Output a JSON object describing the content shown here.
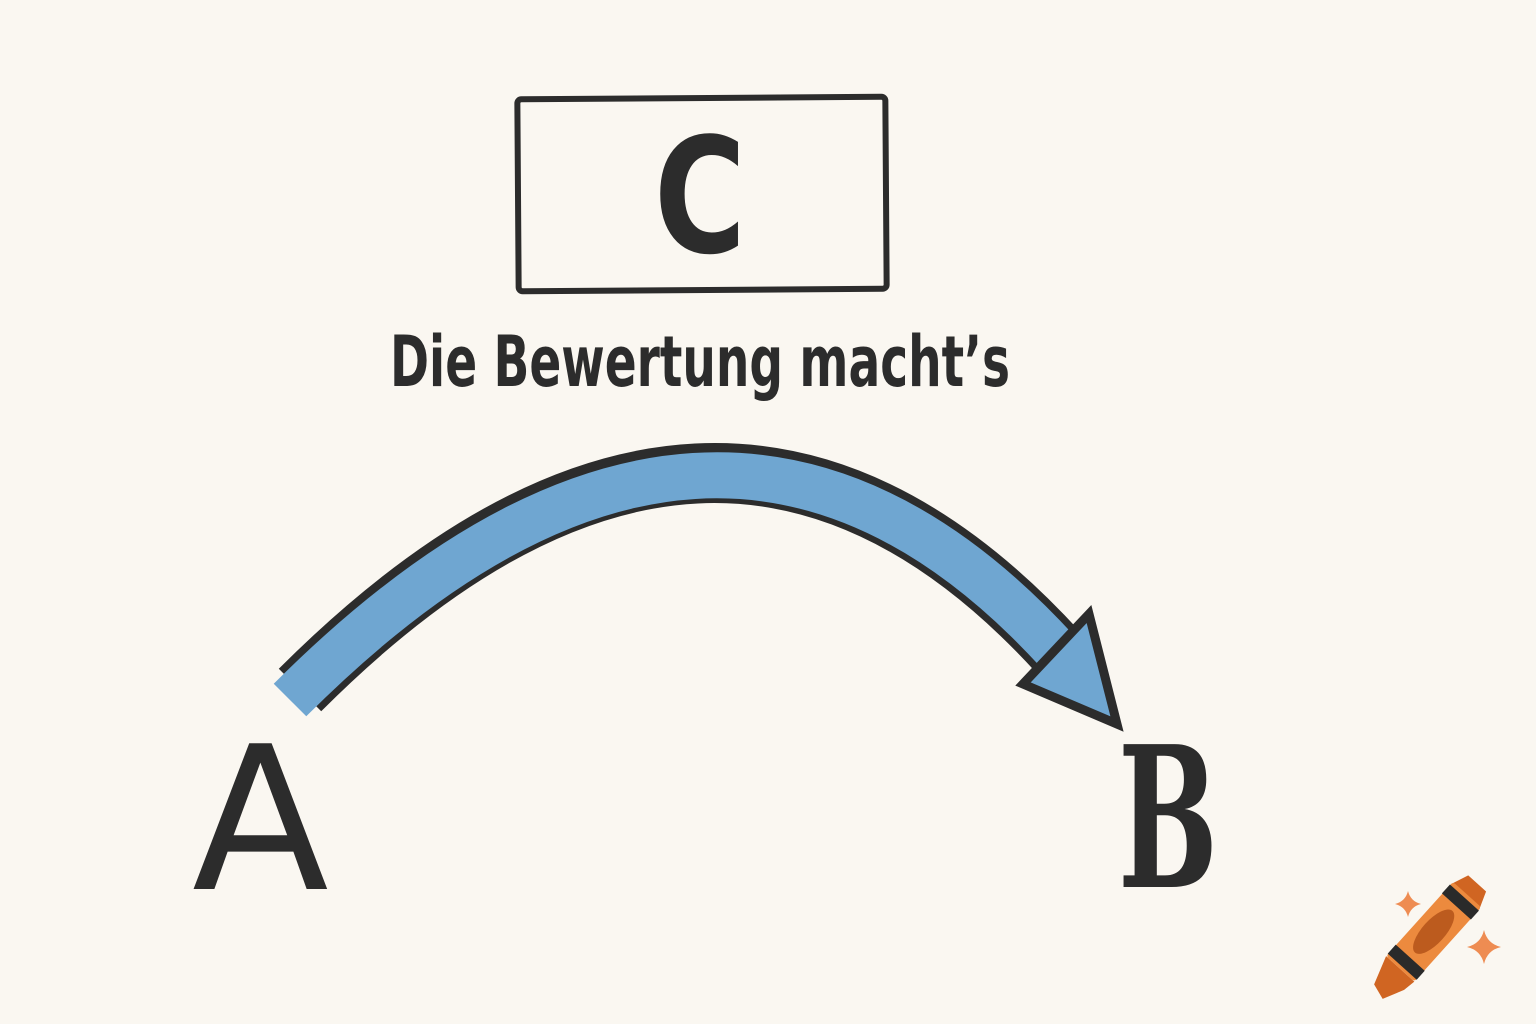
{
  "canvas": {
    "background": "#FAF7F1",
    "ink": "#2C2C2C"
  },
  "diagram": {
    "box": {
      "label": "C"
    },
    "caption": "Die Bewertung macht’s",
    "start_label": "A",
    "end_label": "B",
    "arrow": {
      "fill": "#6FA6D1",
      "outline": "#2C2C2C",
      "direction": "A-to-B"
    }
  },
  "watermark": {
    "icon": "crayon-with-sparkles",
    "colors": {
      "body": "#EC8A3E",
      "dark": "#D06522",
      "label": "#BC5B1E",
      "stripe": "#2A2A2A",
      "sparkle": "#EE8C52"
    }
  }
}
